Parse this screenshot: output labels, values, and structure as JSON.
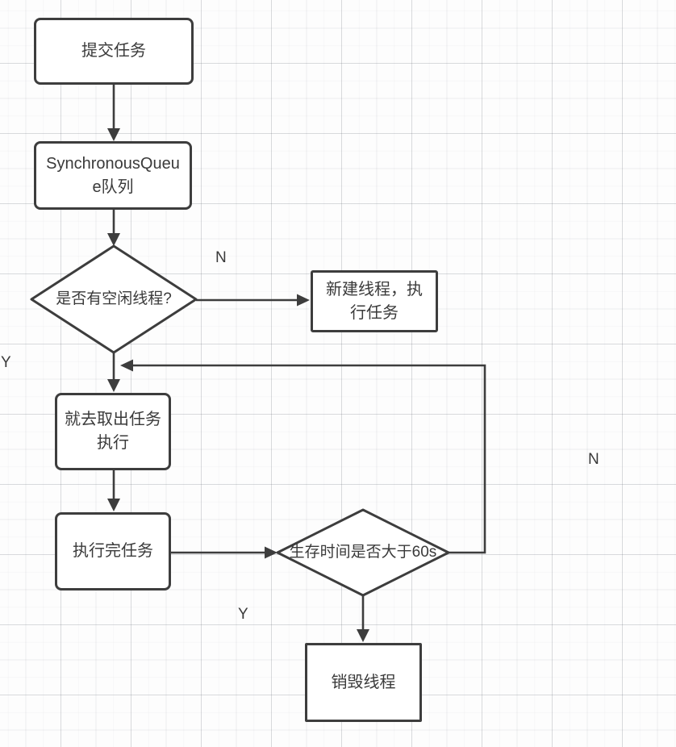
{
  "diagram": {
    "nodes": {
      "submit": {
        "label": "提交任务"
      },
      "queue": {
        "label": "SynchronousQueue队列"
      },
      "idle_check": {
        "label": "是否有空闲线程?"
      },
      "new_thread": {
        "label": "新建线程，执行任务"
      },
      "take_task": {
        "label": "就去取出任务执行"
      },
      "task_done": {
        "label": "执行完任务"
      },
      "ttl_check": {
        "label": "生存时间是否大于60s"
      },
      "destroy": {
        "label": "销毁线程"
      }
    },
    "edge_labels": {
      "idle_check_no": "N",
      "idle_check_yes": "Y",
      "ttl_check_no": "N",
      "ttl_check_yes": "Y"
    },
    "colors": {
      "shape_stroke": "#3d3d3d",
      "text": "#3a3a3a",
      "node_fill": "#ffffff",
      "canvas_background": "#fdfdfd"
    }
  }
}
